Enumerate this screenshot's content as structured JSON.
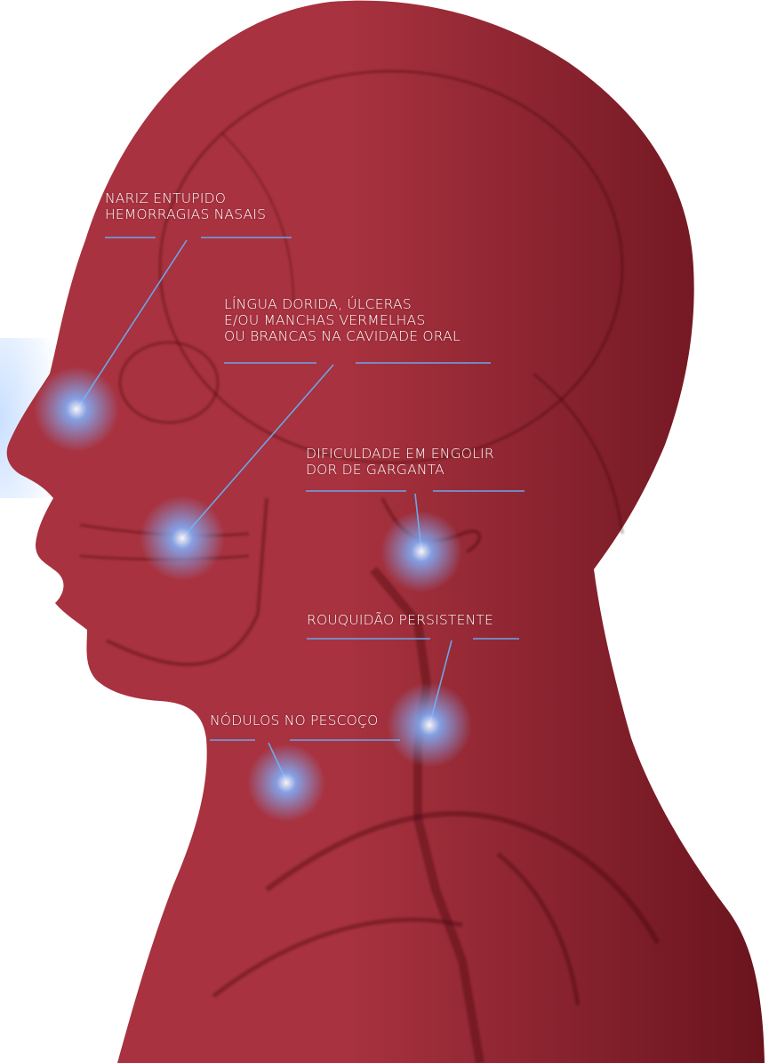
{
  "colors": {
    "background": "#ffffff",
    "silhouette_light": "#a8323f",
    "silhouette_dark": "#6a141e",
    "bone": "#3a070d",
    "glow": "#7fb2ff",
    "leader_line": "#6aa6e8",
    "label_text": "#ffffff"
  },
  "callouts": [
    {
      "id": "nose",
      "lines": [
        "NARIZ ENTUPIDO",
        "HEMORRAGIAS NASAIS"
      ]
    },
    {
      "id": "mouth",
      "lines": [
        "LÍNGUA DORIDA, ÚLCERAS",
        "E/OU MANCHAS VERMELHAS",
        "OU BRANCAS NA CAVIDADE ORAL"
      ]
    },
    {
      "id": "throat",
      "lines": [
        "DIFICULDADE EM ENGOLIR",
        "DOR DE GARGANTA"
      ]
    },
    {
      "id": "larynx",
      "lines": [
        "ROUQUIDÃO PERSISTENTE"
      ]
    },
    {
      "id": "neck",
      "lines": [
        "NÓDULOS NO PESCOÇO"
      ]
    }
  ]
}
